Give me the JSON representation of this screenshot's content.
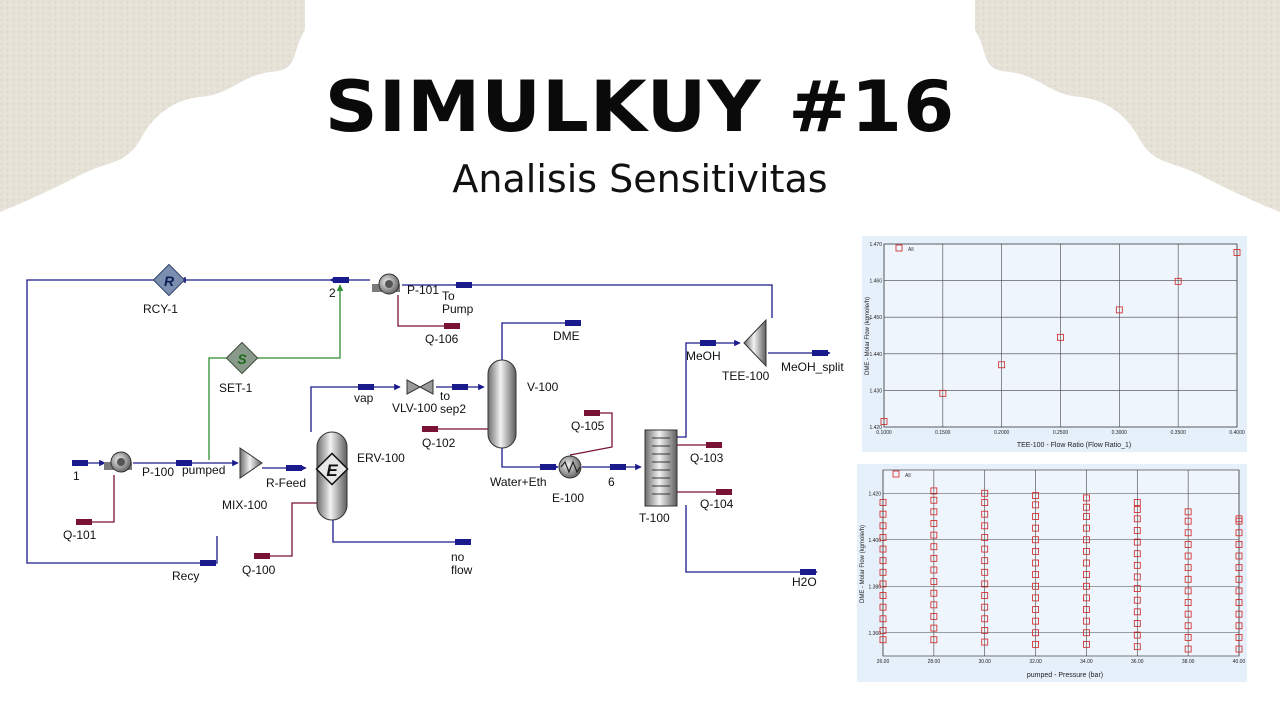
{
  "header": {
    "title": "SIMULKUY #16",
    "subtitle": "Analisis Sensitivitas"
  },
  "flowsheet": {
    "labels": {
      "rcy": "RCY-1",
      "set": "SET-1",
      "p100": "P-100",
      "p101": "P-101",
      "mix": "MIX-100",
      "erv": "ERV-100",
      "vlv": "VLV-100",
      "v100": "V-100",
      "e100": "E-100",
      "t100": "T-100",
      "tee": "TEE-100",
      "s1": "1",
      "s2": "2",
      "s6": "6",
      "pumped": "pumped",
      "rfeed": "R-Feed",
      "vap": "vap",
      "to_sep2_a": "to",
      "to_sep2_b": "sep2",
      "to_pump_a": "To",
      "to_pump_b": "Pump",
      "dme": "DME",
      "meoh": "MeOH",
      "meoh_split": "MeOH_split",
      "water_eth": "Water+Eth",
      "no_flow_a": "no",
      "no_flow_b": "flow",
      "h2o": "H2O",
      "recy": "Recy",
      "q100": "Q-100",
      "q101": "Q-101",
      "q102": "Q-102",
      "q103": "Q-103",
      "q104": "Q-104",
      "q105": "Q-105",
      "q106": "Q-106",
      "icon_r": "R",
      "icon_s": "S",
      "icon_e": "E"
    },
    "colors": {
      "material": "#1a1a8c",
      "energy": "#7a1236",
      "signal": "#2e8b2e"
    }
  },
  "chart_data": [
    {
      "type": "scatter",
      "title": "",
      "xlabel": "TEE-100 - Flow Ratio (Flow Ratio_1)",
      "ylabel": "DME - Molar Flow (kgmole/h)",
      "xlim": [
        0.1,
        0.4
      ],
      "ylim": [
        1.42,
        1.47
      ],
      "xticks": [
        "0.1000",
        "0.1500",
        "0.2000",
        "0.2500",
        "0.3000",
        "0.3500",
        "0.4000"
      ],
      "yticks": [
        "1.420",
        "1.430",
        "1.440",
        "1.450",
        "1.460",
        "1.470"
      ],
      "legend": "All",
      "legend_position": "top-left",
      "grid": true,
      "x": [
        0.1,
        0.15,
        0.2,
        0.25,
        0.3,
        0.35,
        0.4
      ],
      "y": [
        1.4215,
        1.4292,
        1.437,
        1.4445,
        1.452,
        1.4598,
        1.4677
      ],
      "marker_color": "#d02020"
    },
    {
      "type": "scatter",
      "title": "",
      "xlabel": "pumped - Pressure (bar)",
      "ylabel": "DME - Molar Flow (kgmole/h)",
      "xlim": [
        26,
        40
      ],
      "ylim": [
        1.35,
        1.43
      ],
      "xticks": [
        "26.00",
        "28.00",
        "30.00",
        "32.00",
        "34.00",
        "36.00",
        "38.00",
        "40.00"
      ],
      "yticks": [
        "1.360",
        "1.380",
        "1.400",
        "1.420"
      ],
      "legend": "All",
      "legend_position": "top-left",
      "grid": true,
      "columns": [
        {
          "x": 26,
          "y": [
            1.357,
            1.361,
            1.366,
            1.371,
            1.376,
            1.381,
            1.386,
            1.391,
            1.396,
            1.401,
            1.406,
            1.411,
            1.416
          ]
        },
        {
          "x": 28,
          "y": [
            1.357,
            1.362,
            1.367,
            1.372,
            1.377,
            1.382,
            1.387,
            1.392,
            1.397,
            1.402,
            1.407,
            1.412,
            1.417,
            1.421
          ]
        },
        {
          "x": 30,
          "y": [
            1.356,
            1.361,
            1.366,
            1.371,
            1.376,
            1.381,
            1.386,
            1.391,
            1.396,
            1.401,
            1.406,
            1.411,
            1.416,
            1.42
          ]
        },
        {
          "x": 32,
          "y": [
            1.355,
            1.36,
            1.365,
            1.37,
            1.375,
            1.38,
            1.385,
            1.39,
            1.395,
            1.4,
            1.405,
            1.41,
            1.415,
            1.419
          ]
        },
        {
          "x": 34,
          "y": [
            1.355,
            1.36,
            1.365,
            1.37,
            1.375,
            1.38,
            1.385,
            1.39,
            1.395,
            1.4,
            1.405,
            1.41,
            1.414,
            1.418
          ]
        },
        {
          "x": 36,
          "y": [
            1.354,
            1.359,
            1.364,
            1.369,
            1.374,
            1.379,
            1.384,
            1.389,
            1.394,
            1.399,
            1.404,
            1.409,
            1.413,
            1.416
          ]
        },
        {
          "x": 38,
          "y": [
            1.353,
            1.358,
            1.363,
            1.368,
            1.373,
            1.378,
            1.383,
            1.388,
            1.393,
            1.398,
            1.403,
            1.408,
            1.412
          ]
        },
        {
          "x": 40,
          "y": [
            1.353,
            1.358,
            1.363,
            1.368,
            1.373,
            1.378,
            1.383,
            1.388,
            1.393,
            1.398,
            1.403,
            1.408,
            1.409
          ]
        }
      ],
      "marker_color": "#d02020"
    }
  ]
}
